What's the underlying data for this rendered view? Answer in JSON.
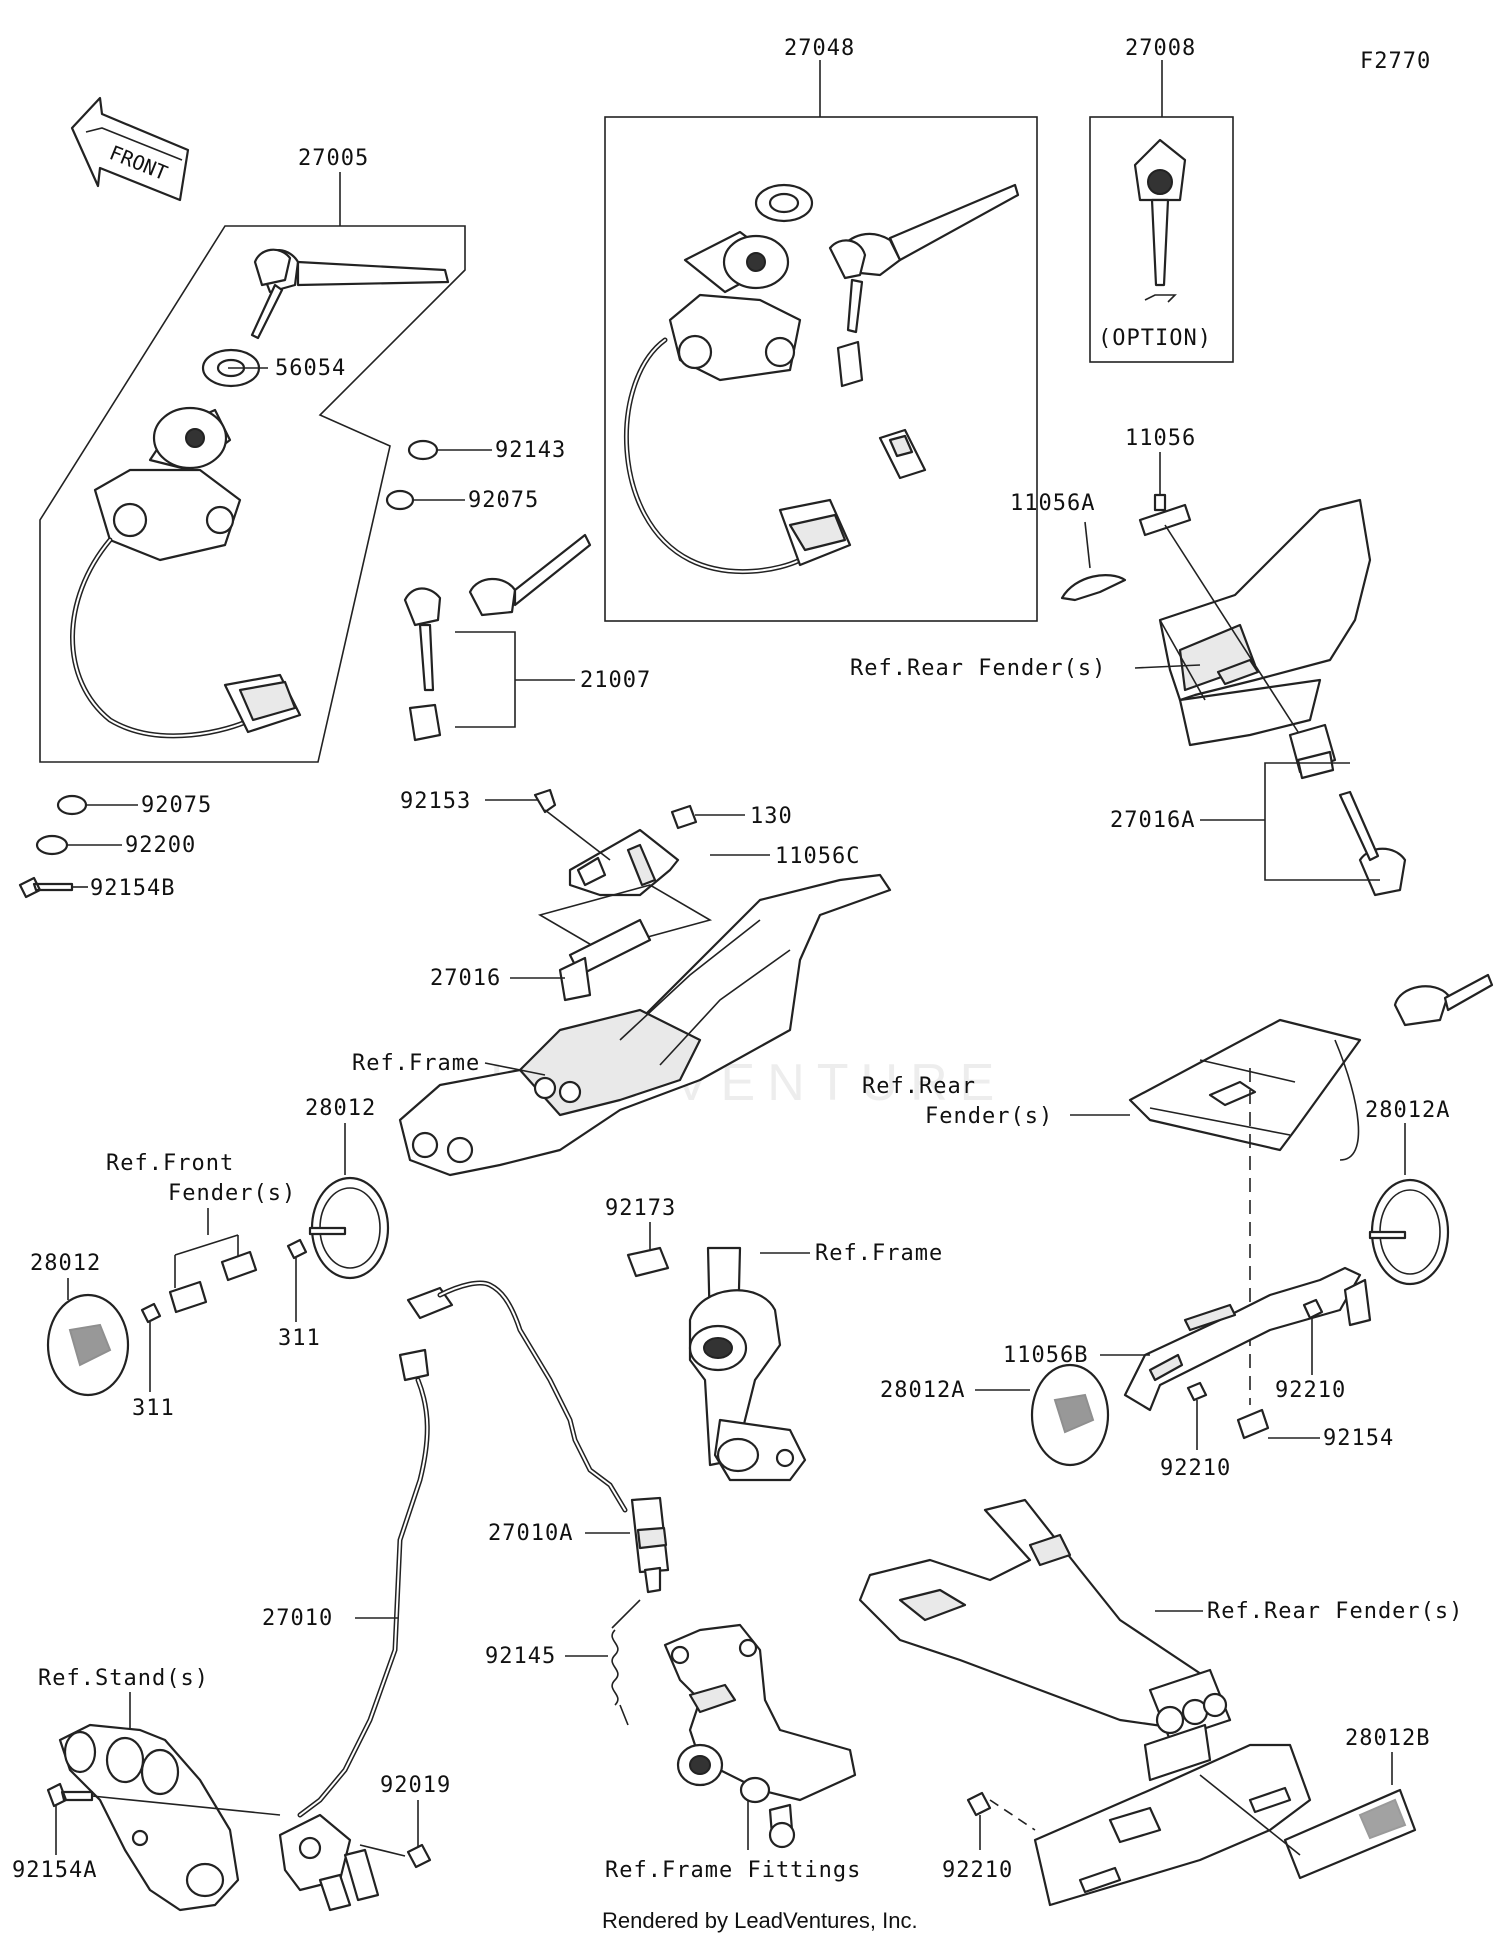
{
  "diagram": {
    "code": "F2770",
    "footer": "Rendered by LeadVentures, Inc.",
    "watermark": "LEADVENTURE",
    "front_arrow": "FRONT",
    "option_note": "(OPTION)"
  },
  "labels": {
    "p27048": "27048",
    "p27008": "27008",
    "p27005": "27005",
    "p56054": "56054",
    "p92143": "92143",
    "p92075a": "92075",
    "p21007": "21007",
    "p92075b": "92075",
    "p92200": "92200",
    "p92154B": "92154B",
    "p92153": "92153",
    "p130": "130",
    "p11056C": "11056C",
    "p27016": "27016",
    "p11056": "11056",
    "p11056A": "11056A",
    "p_ref_rear_fender_1": "Ref.Rear Fender(s)",
    "p27016A": "27016A",
    "p_ref_frame_1": "Ref.Frame",
    "p28012_top": "28012",
    "p_ref_front_fender_1": "Ref.Front",
    "p_ref_front_fender_2": "Fender(s)",
    "p28012_left": "28012",
    "p311_a": "311",
    "p311_b": "311",
    "p92173": "92173",
    "p_ref_frame_2": "Ref.Frame",
    "p_ref_rear_fender_2a": "Ref.Rear",
    "p_ref_rear_fender_2b": "Fender(s)",
    "p28012A_top": "28012A",
    "p11056B": "11056B",
    "p28012A_left": "28012A",
    "p92210_a": "92210",
    "p92154": "92154",
    "p92210_b": "92210",
    "p27010A": "27010A",
    "p27010": "27010",
    "p92145": "92145",
    "p_ref_stands": "Ref.Stand(s)",
    "p92019": "92019",
    "p92154A": "92154A",
    "p_ref_frame_fittings": "Ref.Frame Fittings",
    "p_ref_rear_fender_3": "Ref.Rear Fender(s)",
    "p28012B": "28012B",
    "p92210_c": "92210"
  }
}
